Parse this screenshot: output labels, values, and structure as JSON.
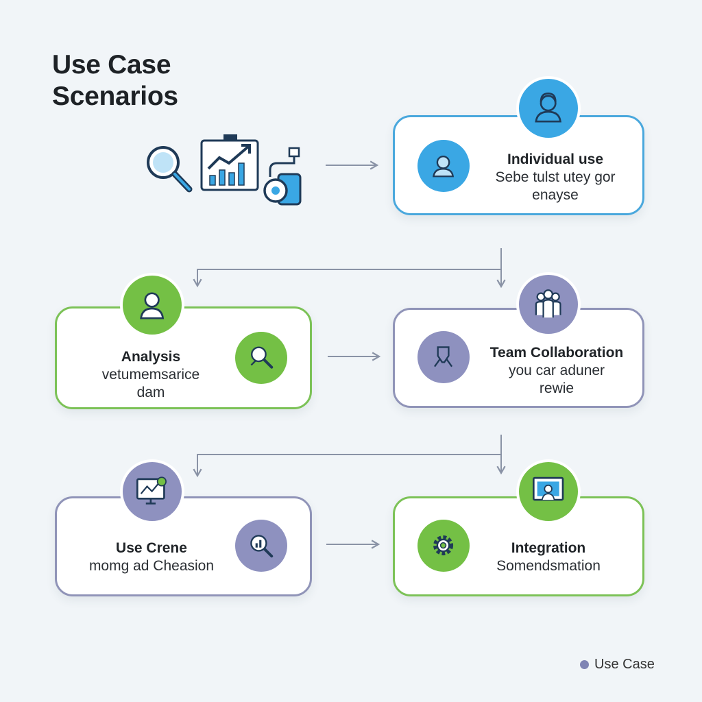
{
  "title": {
    "line1": "Use Case",
    "line2": "Scenarios"
  },
  "cards": [
    {
      "id": "individual",
      "title": "Individual use",
      "desc": [
        "Sebe tulst utey gor",
        "enayse"
      ]
    },
    {
      "id": "analysis",
      "title": "Analysis",
      "desc": [
        "vetumemsarice",
        "dam"
      ]
    },
    {
      "id": "team",
      "title": "Team Collaboration",
      "desc": [
        "you car aduner",
        "rewie"
      ]
    },
    {
      "id": "usecrene",
      "title": "Use Crene",
      "desc": [
        "momg ad Cheasion"
      ]
    },
    {
      "id": "integration",
      "title": "Integration",
      "desc": [
        "Somendsmation"
      ]
    }
  ],
  "legend": {
    "label": "Use Case"
  },
  "colors": {
    "blue": "#3aa7e4",
    "green": "#74c045",
    "purple": "#8e91bf",
    "arrow": "#8a93a6",
    "background": "#f1f5f8"
  },
  "icons": {
    "header": [
      "magnifier-icon",
      "growth-chart-icon",
      "gear-hand-icon"
    ],
    "individual": [
      "user-icon",
      "user-icon"
    ],
    "analysis": [
      "user-icon",
      "analysis-magnifier-icon"
    ],
    "team": [
      "team-icon",
      "collaboration-icon"
    ],
    "usecrene": [
      "monitor-chart-icon",
      "search-chart-icon"
    ],
    "integration": [
      "presentation-screen-icon",
      "gear-icon"
    ]
  }
}
